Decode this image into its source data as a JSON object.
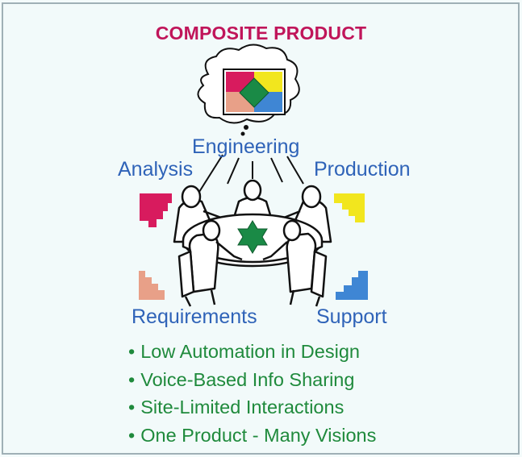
{
  "title": "COMPOSITE PRODUCT",
  "roles": {
    "engineering": "Engineering",
    "analysis": "Analysis",
    "production": "Production",
    "requirements": "Requirements",
    "support": "Support"
  },
  "bullets": [
    "Low Automation in Design",
    "Voice-Based Info Sharing",
    "Site-Limited Interactions",
    "One Product - Many Visions"
  ],
  "colors": {
    "title": "#c0155a",
    "role_labels": "#2f63b8",
    "bullets": "#1f8a3c",
    "analysis_piece": "#d81b5e",
    "production_piece": "#f2e61e",
    "requirements_piece": "#e8a088",
    "support_piece": "#3f86d4",
    "engineering_piece": "#1a8a46"
  },
  "icons": [
    "thought-cloud-icon",
    "puzzle-picture-icon",
    "meeting-table-icon",
    "puzzle-piece-icon"
  ]
}
